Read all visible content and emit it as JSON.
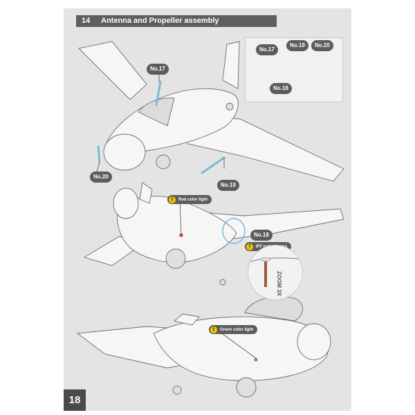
{
  "header": {
    "step_number": "14",
    "title": "Antenna and Propeller assembly"
  },
  "parts": {
    "no17": "No.17",
    "no18": "No.18",
    "no19": "No.19",
    "no20": "No.20"
  },
  "notes": {
    "red_light": "Red color light",
    "iff_antenna": "IFF rod antenna",
    "green_light": "Green color light",
    "warn_symbol": "!"
  },
  "zoom_label": "ZOOM 3X",
  "page_number": "18",
  "colors": {
    "part_highlight": "#7ab8d6",
    "tag_bg": "#5c5c5c",
    "warn": "#f2c400",
    "page_bg": "#e4e4e4",
    "sprue": "#e8c86a"
  }
}
